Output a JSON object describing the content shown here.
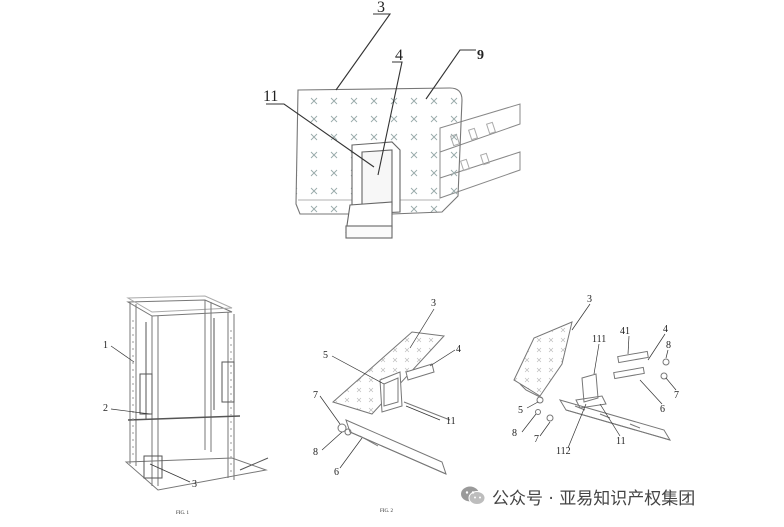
{
  "figure": {
    "top_labels": {
      "label_3": "3",
      "label_4": "4",
      "label_9": "9",
      "label_11": "11"
    },
    "fig1": {
      "labels": {
        "l1": "1",
        "l2": "2",
        "l3": "3"
      },
      "caption": "FIG. 1"
    },
    "fig2": {
      "labels": {
        "l3": "3",
        "l4": "4",
        "l5": "5",
        "l6": "6",
        "l7": "7",
        "l8": "8",
        "l11": "11"
      },
      "caption": "FIG. 2"
    },
    "fig3": {
      "labels": {
        "l3": "3",
        "l4": "4",
        "l41": "41",
        "l111": "111",
        "l8a": "8",
        "l7a": "7",
        "l5": "5",
        "l6": "6",
        "l8b": "8",
        "l7b": "7",
        "l112": "112",
        "l11": "11"
      }
    }
  },
  "watermark": {
    "text": "公众号 · 亚易知识产权集团"
  }
}
